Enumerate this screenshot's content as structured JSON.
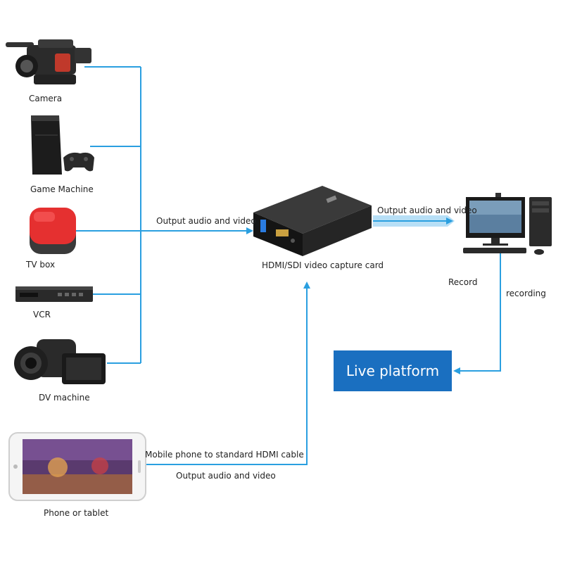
{
  "colors": {
    "wire": "#2a9fe0",
    "live_bg": "#1a6fc0"
  },
  "sources": [
    {
      "label": "Camera",
      "icon": "camcorder-pro-icon"
    },
    {
      "label": "Game Machine",
      "icon": "game-console-icon"
    },
    {
      "label": "TV box",
      "icon": "tv-box-icon"
    },
    {
      "label": "VCR",
      "icon": "vcr-icon"
    },
    {
      "label": "DV machine",
      "icon": "dv-camcorder-icon"
    },
    {
      "label": "Phone or tablet",
      "icon": "phone-icon"
    }
  ],
  "capture_card": {
    "label": "HDMI/SDI video capture card",
    "icon": "capture-card-icon"
  },
  "computer": {
    "icon": "desktop-computer-icon"
  },
  "live": {
    "label": "Live platform"
  },
  "edge_labels": {
    "sources_to_card": "Output audio and video",
    "card_to_pc": "Output audio and video",
    "record": "Record",
    "recording": "recording",
    "phone_cable": "Mobile phone to standard HDMI cable",
    "phone_output": "Output audio and video"
  }
}
